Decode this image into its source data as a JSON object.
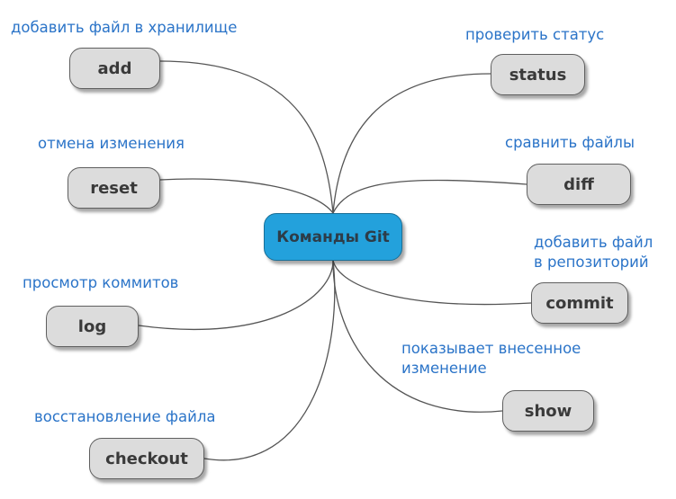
{
  "center": {
    "label": "Команды Git"
  },
  "nodes": {
    "add": {
      "label": "add",
      "desc": "добавить файл в хранилище"
    },
    "reset": {
      "label": "reset",
      "desc": "отмена изменения"
    },
    "log": {
      "label": "log",
      "desc": "просмотр коммитов"
    },
    "checkout": {
      "label": "checkout",
      "desc": "восстановление файла"
    },
    "status": {
      "label": "status",
      "desc": "проверить статус"
    },
    "diff": {
      "label": "diff",
      "desc": "сравнить файлы"
    },
    "commit": {
      "label": "commit",
      "desc_line1": "добавить файл",
      "desc_line2": "в репозиторий"
    },
    "show": {
      "label": "show",
      "desc_line1": "показывает внесенное",
      "desc_line2": "изменение"
    }
  },
  "colors": {
    "center_fill": "#23a1dc",
    "node_fill": "#dcdcdc",
    "description_text": "#2b74c8",
    "connector": "#555555"
  }
}
